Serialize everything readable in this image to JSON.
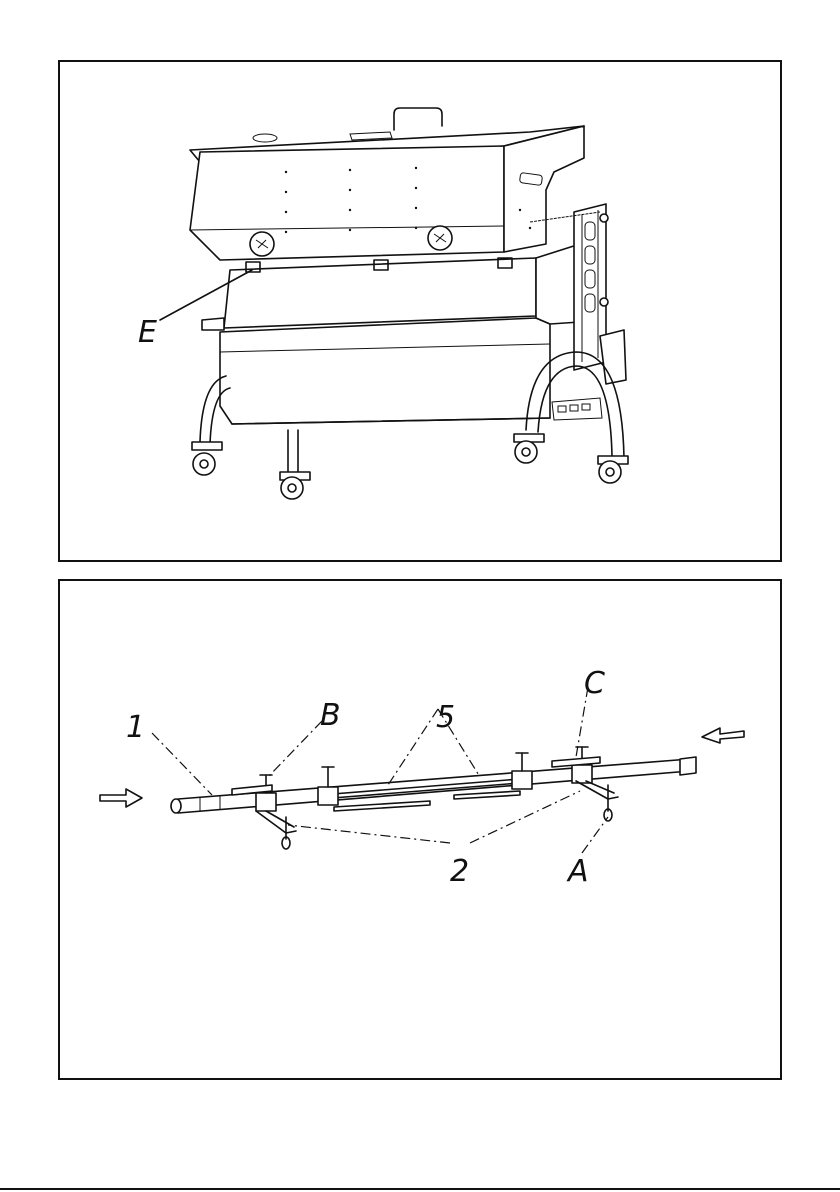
{
  "figure_top": {
    "labels": {
      "E": "E"
    }
  },
  "figure_bottom": {
    "labels": {
      "one": "1",
      "B": "B",
      "five": "5",
      "C": "C",
      "two": "2",
      "A": "A"
    }
  }
}
